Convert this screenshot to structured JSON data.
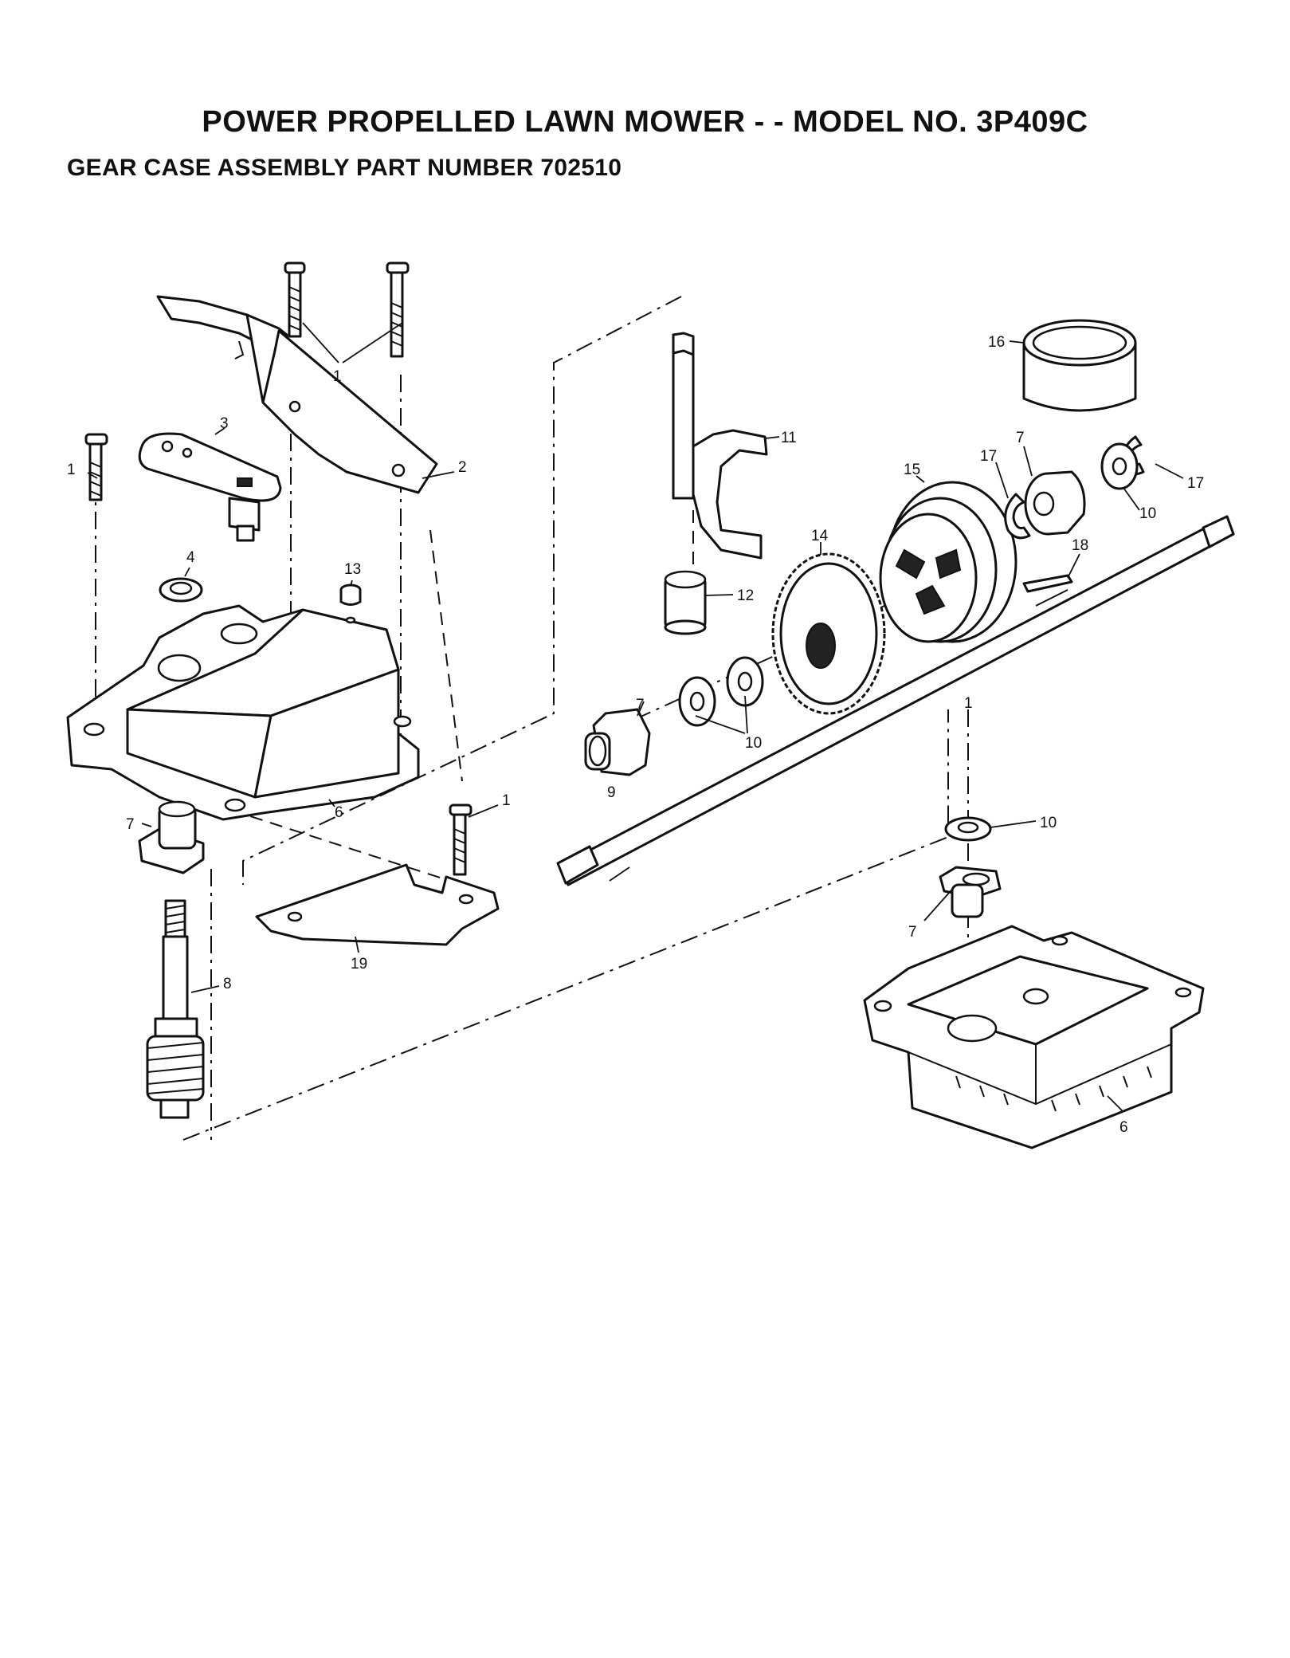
{
  "header": {
    "title": "POWER PROPELLED LAWN MOWER - - MODEL NO. 3P409C",
    "subtitle": "GEAR CASE ASSEMBLY PART NUMBER 702510"
  },
  "labels": {
    "l1a": "1",
    "l1b": "1",
    "l1c": "1",
    "l1d": "1",
    "l2": "2",
    "l3": "3",
    "l4": "4",
    "l6a": "6",
    "l6b": "6",
    "l7a": "7",
    "l7b": "7",
    "l7c": "7",
    "l7d": "7",
    "l8": "8",
    "l9": "9",
    "l10a": "10",
    "l10b": "10",
    "l10c": "10",
    "l11": "11",
    "l12": "12",
    "l13": "13",
    "l14": "14",
    "l15": "15",
    "l16": "16",
    "l17a": "17",
    "l17b": "17",
    "l18": "18",
    "l19": "19"
  }
}
